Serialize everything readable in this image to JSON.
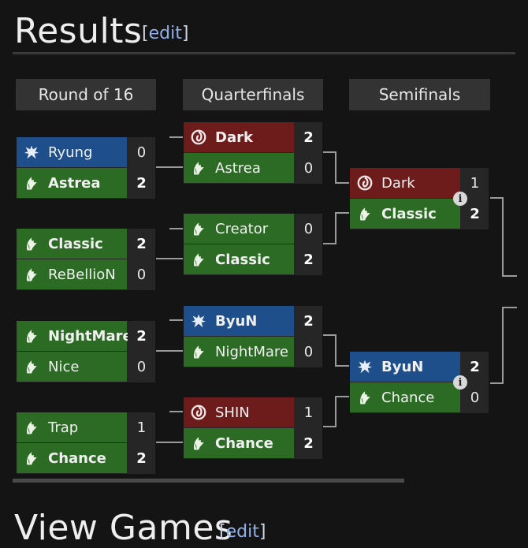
{
  "page": {
    "section_title": "Results",
    "edit_open": "[",
    "edit_label": "edit",
    "edit_close": "]",
    "next_section_title": "View Games"
  },
  "rounds": [
    "Round of 16",
    "Quarterfinals",
    "Semifinals"
  ],
  "colors": {
    "terran": "#1f4f8a",
    "zerg": "#2c6b24",
    "protoss": "#6e1b1b"
  },
  "r16": [
    {
      "p1": {
        "name": "Ryung",
        "race": "terran",
        "score": "0",
        "win": false
      },
      "p2": {
        "name": "Astrea",
        "race": "zerg",
        "score": "2",
        "win": true
      }
    },
    {
      "p1": {
        "name": "Classic",
        "race": "zerg",
        "score": "2",
        "win": true
      },
      "p2": {
        "name": "ReBellioN",
        "race": "zerg",
        "score": "0",
        "win": false
      }
    },
    {
      "p1": {
        "name": "NightMare",
        "race": "zerg",
        "score": "2",
        "win": true
      },
      "p2": {
        "name": "Nice",
        "race": "zerg",
        "score": "0",
        "win": false
      }
    },
    {
      "p1": {
        "name": "Trap",
        "race": "zerg",
        "score": "1",
        "win": false
      },
      "p2": {
        "name": "Chance",
        "race": "zerg",
        "score": "2",
        "win": true
      }
    }
  ],
  "qf": [
    {
      "p1": {
        "name": "Dark",
        "race": "protoss",
        "score": "2",
        "win": true
      },
      "p2": {
        "name": "Astrea",
        "race": "zerg",
        "score": "0",
        "win": false
      }
    },
    {
      "p1": {
        "name": "Creator",
        "race": "zerg",
        "score": "0",
        "win": false
      },
      "p2": {
        "name": "Classic",
        "race": "zerg",
        "score": "2",
        "win": true
      }
    },
    {
      "p1": {
        "name": "ByuN",
        "race": "terran",
        "score": "2",
        "win": true
      },
      "p2": {
        "name": "NightMare",
        "race": "zerg",
        "score": "0",
        "win": false
      }
    },
    {
      "p1": {
        "name": "SHIN",
        "race": "protoss",
        "score": "1",
        "win": false
      },
      "p2": {
        "name": "Chance",
        "race": "zerg",
        "score": "2",
        "win": true
      }
    }
  ],
  "sf": [
    {
      "p1": {
        "name": "Dark",
        "race": "protoss",
        "score": "1",
        "win": false
      },
      "p2": {
        "name": "Classic",
        "race": "zerg",
        "score": "2",
        "win": true
      }
    },
    {
      "p1": {
        "name": "ByuN",
        "race": "terran",
        "score": "2",
        "win": true
      },
      "p2": {
        "name": "Chance",
        "race": "zerg",
        "score": "0",
        "win": false
      }
    }
  ],
  "info_glyph": "i"
}
